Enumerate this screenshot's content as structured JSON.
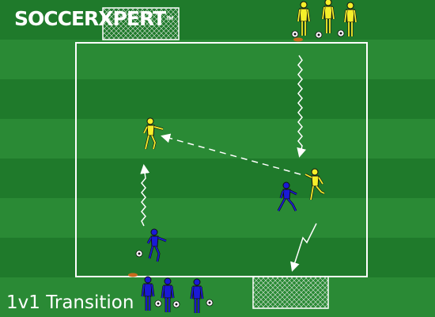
{
  "logo": {
    "text": "SOCCERXPERT",
    "trademark": "TM"
  },
  "title": "1v1 Transition",
  "colors": {
    "pitch_dark": "#1f7a2b",
    "pitch_light": "#2a8a35",
    "lines": "#ffffff",
    "team_attack": "#f5ef2a",
    "team_defend": "#1a1ad6",
    "cone": "#c86a1e"
  },
  "icons": [
    "player-figure",
    "soccer-ball",
    "cone",
    "goal-net",
    "dribble-arrow",
    "pass-arrow",
    "run-arrow"
  ]
}
